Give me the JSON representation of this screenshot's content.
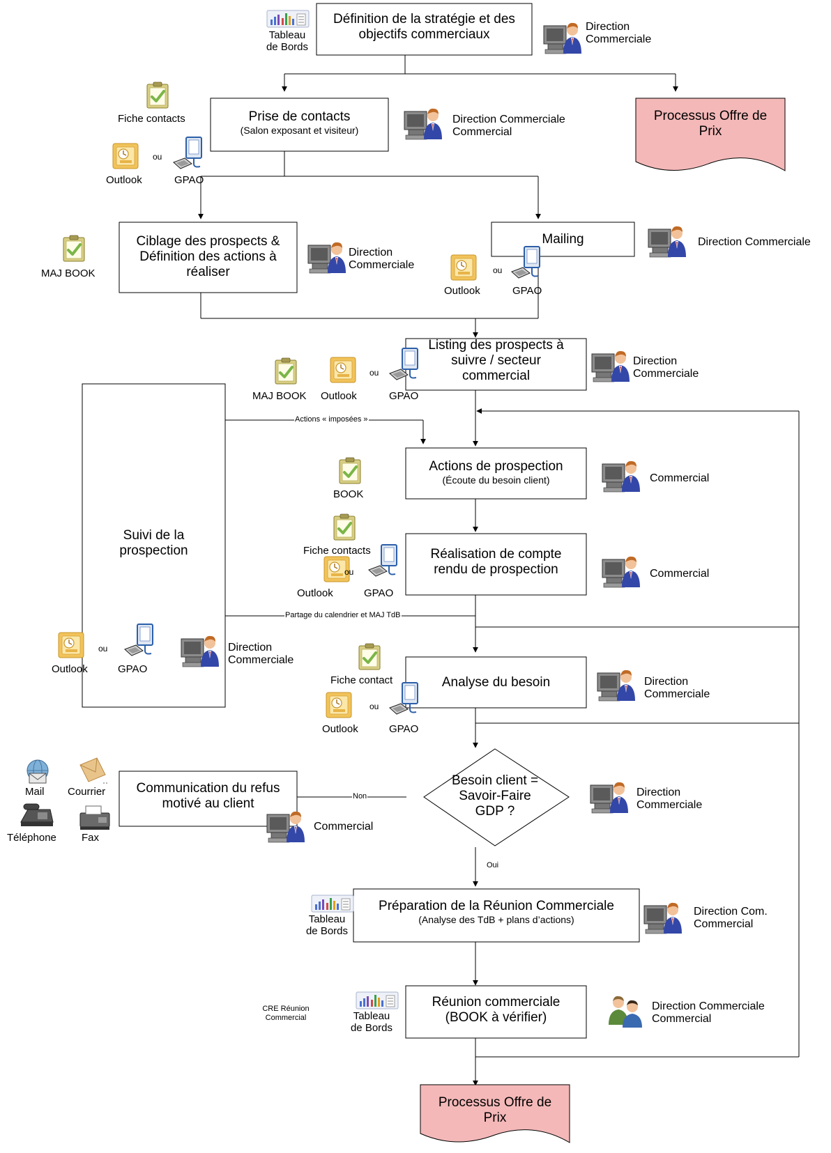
{
  "colors": {
    "line": "#000000",
    "doc_fill": "#f4b8b8",
    "doc_stroke": "#000000",
    "icon_clipboard": "#d8cf86",
    "icon_check": "#7ab648",
    "icon_outlook": "#f1c35a",
    "icon_monitor": "#2c5fa8",
    "icon_person_shirt": "#3347a8",
    "icon_person_hair": "#c06a25"
  },
  "nodes": {
    "strategie": {
      "line1": "Définition de la stratégie et des",
      "line2": "objectifs commerciaux"
    },
    "contacts": {
      "line1": "Prise de contacts",
      "sub": "(Salon exposant et visiteur)"
    },
    "offre_top": {
      "line1": "Processus Offre de",
      "line2": "Prix"
    },
    "ciblage": {
      "line1": "Ciblage des prospects &",
      "line2": "Définition des actions à",
      "line3": "réaliser"
    },
    "mailing": {
      "line1": "Mailing"
    },
    "listing": {
      "line1": "Listing des prospects à",
      "line2": "suivre / secteur",
      "line3": "commercial"
    },
    "suivi": {
      "line1": "Suivi de la",
      "line2": "prospection"
    },
    "actions": {
      "line1": "Actions de prospection",
      "sub": "(Écoute  du besoin client)"
    },
    "compte_rendu": {
      "line1": "Réalisation de compte",
      "line2": "rendu de prospection"
    },
    "analyse": {
      "line1": "Analyse du besoin"
    },
    "decision": {
      "line1": "Besoin client =",
      "line2": "Savoir-Faire",
      "line3": "GDP ?"
    },
    "refus": {
      "line1": "Communication du refus",
      "line2": "motivé au client"
    },
    "preparation": {
      "line1": "Préparation de la Réunion Commerciale",
      "sub": "(Analyse des TdB + plans d’actions)"
    },
    "reunion": {
      "line1": "Réunion commerciale",
      "line2": "(BOOK à vérifier)"
    },
    "offre_bottom": {
      "line1": "Processus Offre de",
      "line2": "Prix"
    }
  },
  "edges": {
    "actions_imposees": "Actions « imposées »",
    "partage": "Partage du calendrier et MAJ TdB",
    "non": "Non",
    "oui": "Oui"
  },
  "roles": {
    "strategie": {
      "line1": "Direction",
      "line2": "Commerciale"
    },
    "contacts": {
      "line1": "Direction Commerciale",
      "line2": "Commercial"
    },
    "ciblage": {
      "line1": "Direction",
      "line2": "Commerciale"
    },
    "mailing": {
      "line1": "Direction Commerciale"
    },
    "listing": {
      "line1": "Direction",
      "line2": "Commerciale"
    },
    "actions": {
      "line1": "Commercial"
    },
    "compte_rendu": {
      "line1": "Commercial"
    },
    "suivi": {
      "line1": "Direction",
      "line2": "Commerciale"
    },
    "analyse": {
      "line1": "Direction",
      "line2": "Commerciale"
    },
    "refus": {
      "line1": "Commercial"
    },
    "decision": {
      "line1": "Direction",
      "line2": "Commerciale"
    },
    "preparation": {
      "line1": "Direction Com.",
      "line2": "Commercial"
    },
    "reunion": {
      "line1": "Direction Commerciale",
      "line2": "Commercial"
    }
  },
  "tools": {
    "tableau_bords": {
      "line1": "Tableau",
      "line2": "de Bords"
    },
    "fiche_contacts": "Fiche contacts",
    "fiche_contact_trunc": "Fiche contact",
    "outlook": "Outlook",
    "gpao": "GPAO",
    "ou": "ou",
    "maj_book": "MAJ BOOK",
    "book": "BOOK",
    "mail": "Mail",
    "courrier": "Courrier",
    "telephone": "Téléphone",
    "fax": "Fax",
    "cre": {
      "line1": "CRE Réunion",
      "line2": "Commercial"
    }
  },
  "icons": [
    "tableau-de-bord-icon",
    "clipboard-check-icon",
    "outlook-calendar-icon",
    "computer-icon",
    "person-at-computer-icon",
    "meeting-people-icon",
    "mail-icon",
    "envelope-icon",
    "telephone-icon",
    "fax-icon"
  ]
}
